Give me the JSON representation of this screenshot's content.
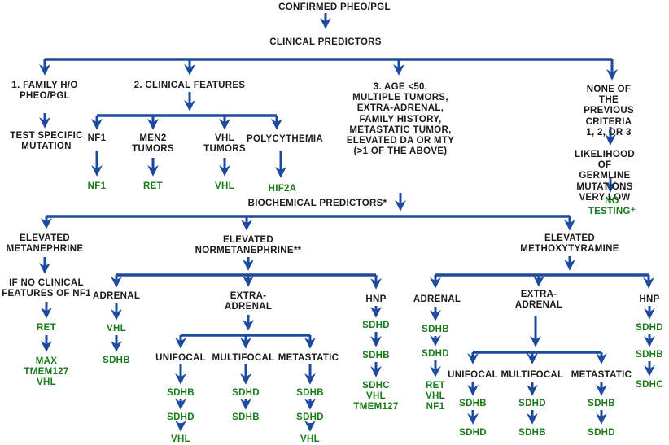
{
  "figure": {
    "type": "flowchart",
    "topic": "Genetic testing algorithm for confirmed pheochromocytoma/paraganglioma"
  },
  "colors": {
    "arrow_blue": "#1d4a9e",
    "gene_green": "#187a18",
    "label_black": "#1a1a1a",
    "background": "#ffffff"
  },
  "nodes": {
    "confirmed": "CONFIRMED PHEO/PGL",
    "clinical_predictors": "CLINICAL PREDICTORS",
    "family_history": "1. FAMILY H/O\nPHEO/PGL",
    "test_specific_mutation": "TEST SPECIFIC\nMUTATION",
    "clinical_features": "2. CLINICAL FEATURES",
    "nf1_feature": "NF1",
    "men2_tumors": "MEN2\nTUMORS",
    "vhl_tumors": "VHL\nTUMORS",
    "polycythemia": "POLYCYTHEMIA",
    "nf1_gene": "NF1",
    "ret_gene": "RET",
    "vhl_gene": "VHL",
    "hif2a_gene": "HIF2A",
    "age_criteria": "3. AGE <50,\nMULTIPLE TUMORS,\nEXTRA-ADRENAL,\nFAMILY HISTORY,\nMETASTATIC TUMOR,\nELEVATED DA OR MTY\n(>1 OF THE ABOVE)",
    "none_criteria": "NONE OF THE\nPREVIOUS CRITERIA\n1, 2, OR 3",
    "likelihood_low": "LIKELIHOOD OF GERMLINE\nMUTATIONS VERY LOW",
    "no_testing": "NO TESTING⁺",
    "biochemical_predictors": "BIOCHEMICAL PREDICTORS*",
    "elevated_metanephrine": "ELEVATED\nMETANEPHRINE",
    "if_no_nf1": "IF NO CLINICAL\nFEATURES OF NF1",
    "met_ret": "RET",
    "met_genes": "MAX\nTMEM127\nVHL",
    "elevated_normetanephrine": "ELEVATED\nNORMETANEPHRINE**",
    "nm_adrenal": "ADRENAL",
    "nm_adrenal_vhl": "VHL",
    "nm_adrenal_sdhb": "SDHB",
    "nm_extra_adrenal": "EXTRA-\nADRENAL",
    "nm_unifocal": "UNIFOCAL",
    "nm_multifocal": "MULTIFOCAL",
    "nm_metastatic": "METASTATIC",
    "nm_uni_sdhb": "SDHB",
    "nm_uni_sdhd": "SDHD",
    "nm_uni_vhl": "VHL",
    "nm_multi_sdhd": "SDHD",
    "nm_multi_sdhb": "SDHB",
    "nm_meta_sdhb": "SDHB",
    "nm_meta_sdhd": "SDHD",
    "nm_meta_vhl": "VHL",
    "nm_hnp": "HNP",
    "nm_hnp_sdhd": "SDHD",
    "nm_hnp_sdhb": "SDHB",
    "nm_hnp_genes": "SDHC\nVHL\nTMEM127",
    "elevated_methoxytyramine": "ELEVATED\nMETHOXYTYRAMINE",
    "mt_adrenal": "ADRENAL",
    "mt_adrenal_sdhb": "SDHB",
    "mt_adrenal_sdhd": "SDHD",
    "mt_adrenal_genes": "RET\nVHL\nNF1",
    "mt_extra_adrenal": "EXTRA-\nADRENAL",
    "mt_unifocal": "UNIFOCAL",
    "mt_multifocal": "MULTIFOCAL",
    "mt_metastatic": "METASTATIC",
    "mt_uni_sdhb": "SDHB",
    "mt_uni_sdhd": "SDHD",
    "mt_multi_sdhd": "SDHD",
    "mt_multi_sdhb": "SDHB",
    "mt_meta_sdhb": "SDHB",
    "mt_meta_sdhd": "SDHD",
    "mt_hnp": "HNP",
    "mt_hnp_sdhd": "SDHD",
    "mt_hnp_sdhb": "SDHB",
    "mt_hnp_sdhc": "SDHC"
  }
}
